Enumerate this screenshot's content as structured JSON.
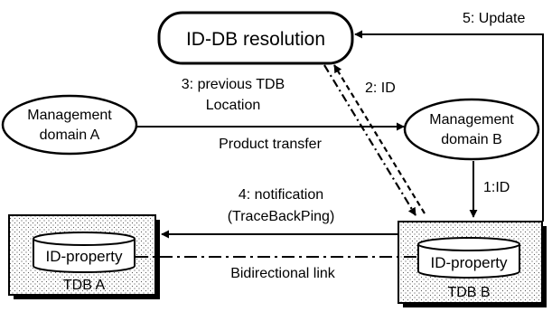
{
  "nodes": {
    "resolution": "ID-DB resolution",
    "domain_a": [
      "Management",
      "domain A"
    ],
    "domain_b": [
      "Management",
      "domain B"
    ],
    "tdb_a": {
      "db_label": "ID-property",
      "name": "TDB A"
    },
    "tdb_b": {
      "db_label": "ID-property",
      "name": "TDB B"
    }
  },
  "edges": {
    "update": "5: Update",
    "previous_location": [
      "3: previous TDB",
      "Location"
    ],
    "id_query": "2: ID",
    "product_transfer": "Product transfer",
    "id_input": "1:ID",
    "notification": [
      "4: notification",
      "(TraceBackPing)"
    ],
    "bidirectional": "Bidirectional link"
  },
  "colors": {
    "stroke": "#000000",
    "fill": "#ffffff",
    "stipple_dot": "#444444"
  }
}
